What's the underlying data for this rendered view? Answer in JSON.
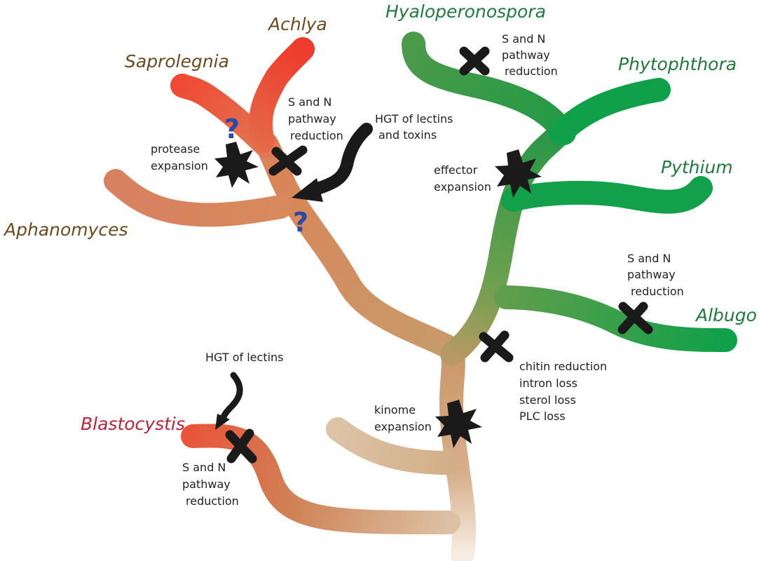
{
  "colors": {
    "oomycete_brown": "#6b4a1f",
    "oomycete_green": "#1f7a3f",
    "blastocystis_red": "#c0203a",
    "question_blue": "#2b4aa0",
    "marker_black": "#1a1a1a",
    "branch_red": "#ef4a33",
    "branch_tan": "#c8956a",
    "branch_green": "#12a04a"
  },
  "taxa": {
    "achlya": "Achlya",
    "saprolegnia": "Saprolegnia",
    "aphanomyces": "Aphanomyces",
    "hyaloperonospora": "Hyaloperonospora",
    "phytophthora": "Phytophthora",
    "pythium": "Pythium",
    "albugo": "Albugo",
    "blastocystis": "Blastocystis"
  },
  "events": {
    "hyalo_reduction": [
      "S and N",
      "pathway",
      "reduction"
    ],
    "sapro_reduction": [
      "S and N",
      "pathway",
      "reduction"
    ],
    "hgt_lectins_toxins": [
      "HGT of lectins",
      "and toxins"
    ],
    "protease_expansion": [
      "protease",
      "expansion"
    ],
    "effector_expansion": [
      "effector",
      "expansion"
    ],
    "albugo_reduction": [
      "S and N",
      "pathway",
      "reduction"
    ],
    "losses": [
      "chitin reduction",
      "intron loss",
      "sterol loss",
      "PLC loss"
    ],
    "kinome_expansion": [
      "kinome",
      "expansion"
    ],
    "hgt_lectins": [
      "HGT of lectins"
    ],
    "blasto_reduction": [
      "S and N",
      "pathway",
      "reduction"
    ]
  },
  "marks": {
    "unknown": "?"
  }
}
